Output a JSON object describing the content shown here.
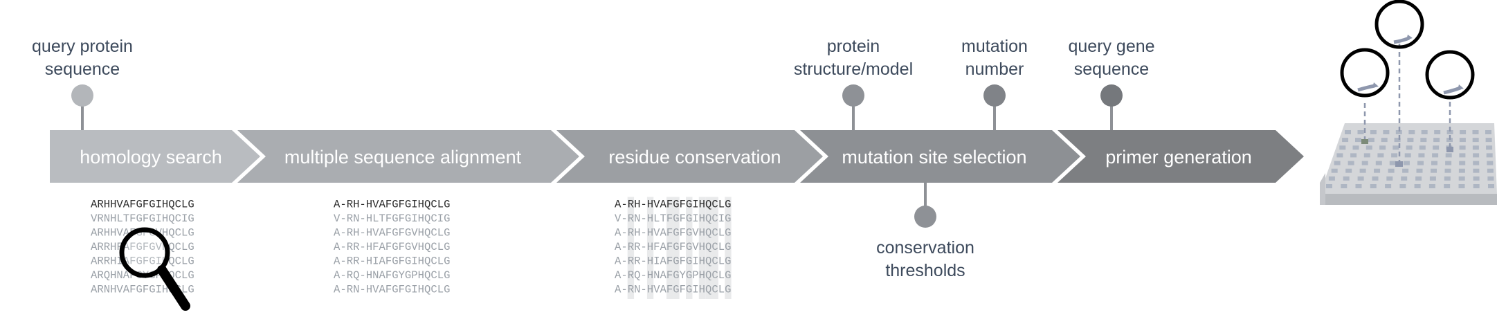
{
  "stages": [
    {
      "label": "homology search",
      "color": "#b9bcc0"
    },
    {
      "label": "multiple sequence alignment",
      "color": "#aaadb1"
    },
    {
      "label": "residue conservation",
      "color": "#9c9fa3"
    },
    {
      "label": "mutation site selection",
      "color": "#8d9094"
    },
    {
      "label": "primer generation",
      "color": "#7d7f82"
    }
  ],
  "inputs": {
    "query_protein_sequence": [
      "query protein",
      "sequence"
    ],
    "protein_structure_model": [
      "protein",
      "structure/model"
    ],
    "mutation_number": [
      "mutation",
      "number"
    ],
    "query_gene_sequence": [
      "query gene",
      "sequence"
    ],
    "conservation_thresholds": [
      "conservation",
      "thresholds"
    ]
  },
  "homology_sequences": [
    "ARHHVAFGFGIHQCLG",
    "VRNHLTFGFGIHQCIG",
    "ARHHVAFGFGVHQCLG",
    "ARRHFAFGFGVHQCLG",
    "ARRHIAFGFGIHQCLG",
    "ARQHNAFGYGPHQCLG",
    "ARNHVAFGFGIHQCLG"
  ],
  "aligned_sequences": [
    "A-RH-HVAFGFGIHQCLG",
    "V-RN-HLTFGFGIHQCIG",
    "A-RH-HVAFGFGVHQCLG",
    "A-RR-HFAFGFGVHQCLG",
    "A-RR-HIAFGFGIHQCLG",
    "A-RQ-HNAFGYGPHQCLG",
    "A-RN-HVAFGFGIHQCLG"
  ],
  "colors": {
    "pin": "#8e9196",
    "text": "#3d4a5c",
    "conserved_shade": "#e9eaeb",
    "plate_top": "#d4d6d9",
    "well": "#aeb6c3",
    "probe": "#8e97ad"
  },
  "icons": [
    "magnifier-icon",
    "plasmid-icon",
    "well-plate-icon"
  ]
}
